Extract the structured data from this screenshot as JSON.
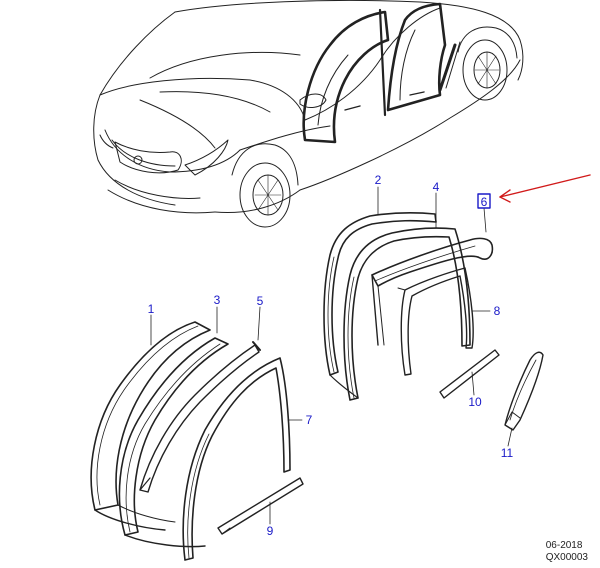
{
  "colors": {
    "callout": "#1a1ac8",
    "line": "#222222",
    "pointer": "#d11a1a",
    "highlight_box": "#1a1ac8"
  },
  "callouts": {
    "c1": "1",
    "c2": "2",
    "c3": "3",
    "c4": "4",
    "c5": "5",
    "c6": "6",
    "c7": "7",
    "c8": "8",
    "c9": "9",
    "c10": "10",
    "c11": "11"
  },
  "footer": {
    "date": "06-2018",
    "code": "QX00003"
  }
}
